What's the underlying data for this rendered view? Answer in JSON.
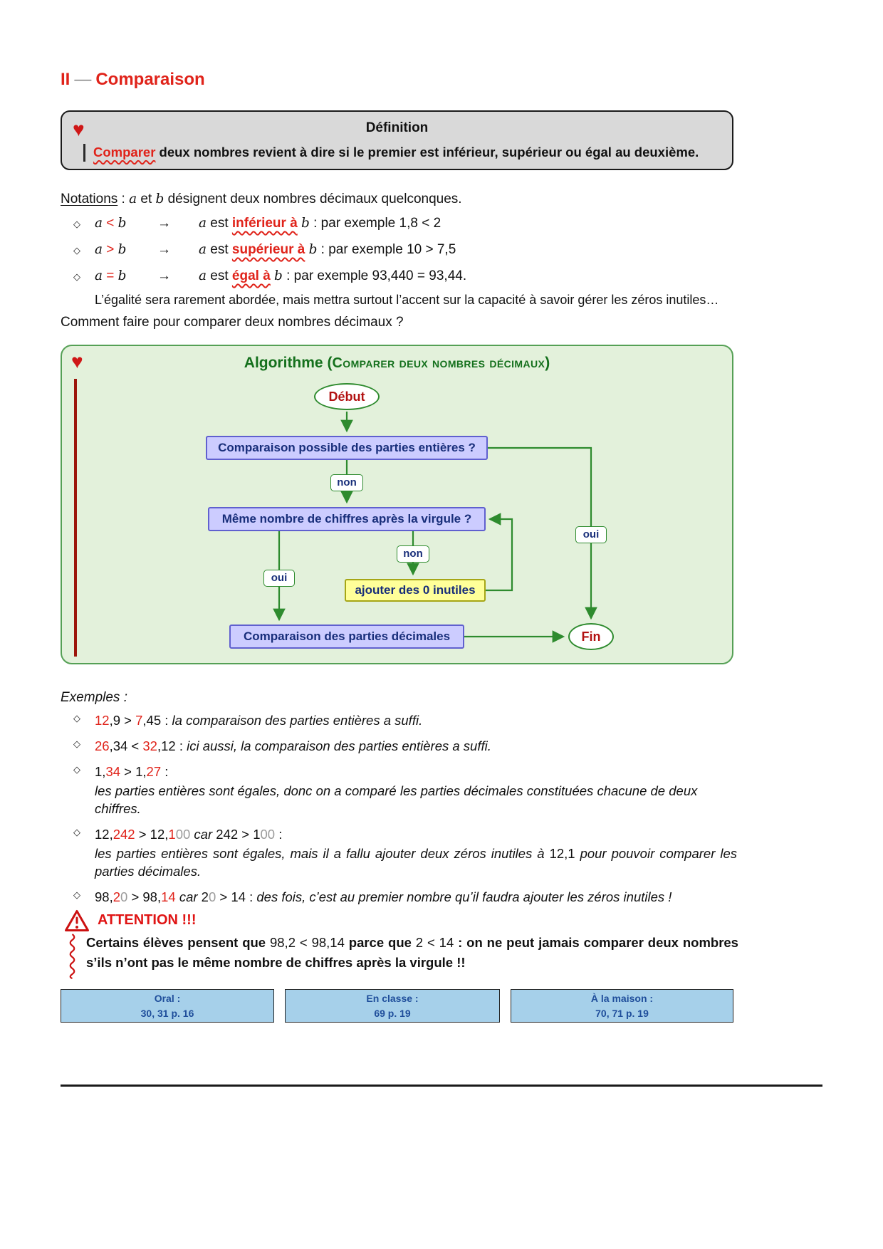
{
  "icons": {
    "heart": "♥",
    "bullet": "◇"
  },
  "colors": {
    "red_accent": "#e0231a",
    "gray_zero": "#9b9b9b",
    "green_box_bg": "#e3f1db",
    "green_box_border": "#55a055",
    "flow_green": "#2e8b2e",
    "decision_bg": "#ccccff",
    "decision_border": "#6060cf",
    "action_bg": "#ffff99",
    "navy_text": "#182e7a",
    "node_darkred": "#b21111",
    "footer_box_bg": "#a6d0ea",
    "footer_box_text": "#1f4e9b"
  },
  "section": {
    "numeral": "II",
    "dash": "—",
    "title": "Comparaison"
  },
  "definition": {
    "title": "Définition",
    "body": [
      {
        "t": "Comparer",
        "c": "kw"
      },
      {
        "t": " deux nombres revient à dire si le premier est inférieur, supérieur ou égal au deuxième."
      }
    ]
  },
  "notations": {
    "arrow": "→",
    "intro": [
      {
        "t": "Notations",
        "c": "ul"
      },
      {
        "t": " : "
      },
      {
        "t": "a",
        "c": "var"
      },
      {
        "t": " et "
      },
      {
        "t": "b",
        "c": "var"
      },
      {
        "t": " désignent deux nombres décimaux quelconques."
      }
    ],
    "items": [
      {
        "expr": [
          {
            "t": "a",
            "c": "var"
          },
          {
            "t": " "
          },
          {
            "t": "<",
            "c": "red"
          },
          {
            "t": " "
          },
          {
            "t": "b",
            "c": "var"
          }
        ],
        "rest": [
          {
            "t": "a",
            "c": "var"
          },
          {
            "t": " est "
          },
          {
            "t": "inférieur à",
            "c": "kw"
          },
          {
            "t": " "
          },
          {
            "t": "b",
            "c": "var"
          },
          {
            "t": " : par exemple 1,8 < 2"
          }
        ]
      },
      {
        "expr": [
          {
            "t": "a",
            "c": "var"
          },
          {
            "t": " "
          },
          {
            "t": ">",
            "c": "red"
          },
          {
            "t": " "
          },
          {
            "t": "b",
            "c": "var"
          }
        ],
        "rest": [
          {
            "t": "a",
            "c": "var"
          },
          {
            "t": " est "
          },
          {
            "t": "supérieur à",
            "c": "kw"
          },
          {
            "t": " "
          },
          {
            "t": "b",
            "c": "var"
          },
          {
            "t": " : par exemple 10 > 7,5"
          }
        ]
      },
      {
        "expr": [
          {
            "t": "a",
            "c": "var"
          },
          {
            "t": " "
          },
          {
            "t": "=",
            "c": "red"
          },
          {
            "t": " "
          },
          {
            "t": "b",
            "c": "var"
          }
        ],
        "rest": [
          {
            "t": "a",
            "c": "var"
          },
          {
            "t": " est "
          },
          {
            "t": "égal à",
            "c": "kw"
          },
          {
            "t": " "
          },
          {
            "t": "b",
            "c": "var"
          },
          {
            "t": " : par exemple 93,440 = 93,44."
          }
        ]
      }
    ],
    "note": "L’égalité sera rarement abordée, mais mettra surtout l’accent sur la capacité à savoir gérer les zéros inutiles…"
  },
  "question": "Comment faire pour comparer deux nombres décimaux ?",
  "algorithm": {
    "title_prefix": "Algorithme (",
    "title_caps": "Comparer deux nombres décimaux",
    "title_suffix": ")",
    "nodes": {
      "start": "Début",
      "q1": "Comparaison possible des parties entières ?",
      "q2": "Même nombre de chiffres après la virgule ?",
      "action": "ajouter des 0 inutiles",
      "result": "Comparaison des parties décimales",
      "end": "Fin"
    },
    "labels": {
      "non1": "non",
      "non2": "non",
      "oui_left": "oui",
      "oui_right": "oui"
    }
  },
  "examples": {
    "label": "Exemples :",
    "items": [
      {
        "lines": [
          [
            {
              "t": "12",
              "c": "red"
            },
            {
              "t": ",9 > "
            },
            {
              "t": "7",
              "c": "red"
            },
            {
              "t": ",45 : "
            },
            {
              "t": "la comparaison des parties entières a suffi.",
              "c": "it"
            }
          ]
        ]
      },
      {
        "lines": [
          [
            {
              "t": "26",
              "c": "red"
            },
            {
              "t": ",34 < "
            },
            {
              "t": "32",
              "c": "red"
            },
            {
              "t": ",12 : "
            },
            {
              "t": "ici aussi, la comparaison des parties entières a suffi.",
              "c": "it"
            }
          ]
        ]
      },
      {
        "lines": [
          [
            {
              "t": "1,"
            },
            {
              "t": "34",
              "c": "red"
            },
            {
              "t": " > 1,"
            },
            {
              "t": "27",
              "c": "red"
            },
            {
              "t": " :"
            }
          ],
          [
            {
              "t": "les parties entières sont égales, donc on a comparé les parties décimales constituées chacune de deux chiffres.",
              "c": "it"
            }
          ]
        ]
      },
      {
        "lines": [
          [
            {
              "t": "12,"
            },
            {
              "t": "242",
              "c": "red"
            },
            {
              "t": " > 12,"
            },
            {
              "t": "1",
              "c": "red"
            },
            {
              "t": "00",
              "c": "gray"
            },
            {
              "t": " "
            },
            {
              "t": "car",
              "c": "it"
            },
            {
              "t": " 242 > 1"
            },
            {
              "t": "00",
              "c": "gray"
            },
            {
              "t": " :"
            }
          ],
          [
            {
              "t": "les parties entières sont égales, mais il a fallu ajouter deux zéros inutiles à ",
              "c": "it"
            },
            {
              "t": "12,1"
            },
            {
              "t": " pour pouvoir comparer les parties décimales.",
              "c": "it"
            }
          ]
        ]
      },
      {
        "lines": [
          [
            {
              "t": "98,"
            },
            {
              "t": "2",
              "c": "red"
            },
            {
              "t": "0",
              "c": "gray"
            },
            {
              "t": " > 98,"
            },
            {
              "t": "14",
              "c": "red"
            },
            {
              "t": " "
            },
            {
              "t": "car",
              "c": "it"
            },
            {
              "t": " 2"
            },
            {
              "t": "0",
              "c": "gray"
            },
            {
              "t": " > 14 : "
            },
            {
              "t": "des fois, c’est au premier nombre qu’il faudra ajouter les zéros inutiles !",
              "c": "it"
            }
          ]
        ]
      }
    ]
  },
  "attention": {
    "title": "ATTENTION !!!",
    "body": [
      {
        "t": "Certains élèves pensent que "
      },
      {
        "t": "98,2 < 98,14",
        "c": "math"
      },
      {
        "t": " parce que "
      },
      {
        "t": "2 < 14",
        "c": "math"
      },
      {
        "t": " : on ne peut jamais comparer deux nombres s’ils n’ont pas le même nombre de chiffres après la virgule !!"
      }
    ]
  },
  "footer": {
    "boxes": [
      {
        "title": "Oral :",
        "pages": "30, 31 p. 16"
      },
      {
        "title": "En classe :",
        "pages": "69 p. 19"
      },
      {
        "title": "À la maison :",
        "pages": "70, 71 p. 19"
      }
    ]
  }
}
